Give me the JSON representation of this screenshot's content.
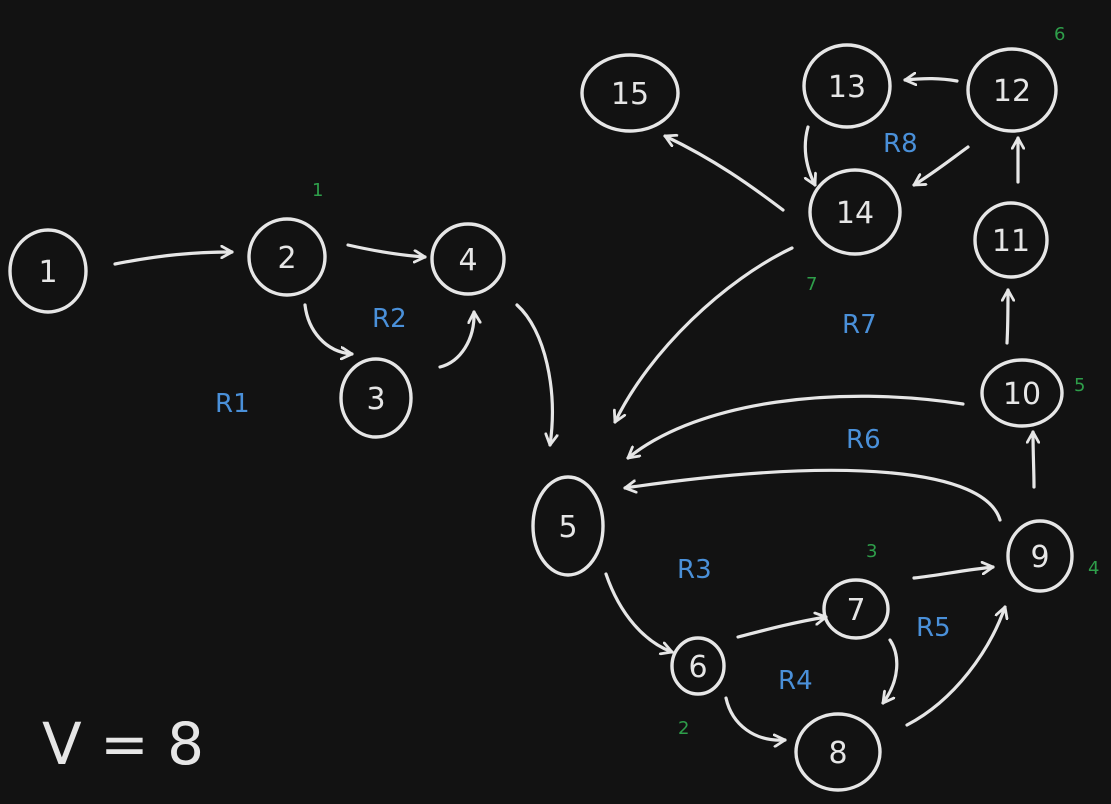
{
  "colors": {
    "background": "#121212",
    "stroke": "#e6e6e6",
    "region_label": "#4a90d9",
    "order_label": "#2e9e4a"
  },
  "nodes": [
    {
      "id": "1",
      "label": "1"
    },
    {
      "id": "2",
      "label": "2"
    },
    {
      "id": "3",
      "label": "3"
    },
    {
      "id": "4",
      "label": "4"
    },
    {
      "id": "5",
      "label": "5"
    },
    {
      "id": "6",
      "label": "6"
    },
    {
      "id": "7",
      "label": "7"
    },
    {
      "id": "8",
      "label": "8"
    },
    {
      "id": "9",
      "label": "9"
    },
    {
      "id": "10",
      "label": "10"
    },
    {
      "id": "11",
      "label": "11"
    },
    {
      "id": "12",
      "label": "12"
    },
    {
      "id": "13",
      "label": "13"
    },
    {
      "id": "14",
      "label": "14"
    },
    {
      "id": "15",
      "label": "15"
    }
  ],
  "edges": [
    {
      "from": "1",
      "to": "2"
    },
    {
      "from": "2",
      "to": "4"
    },
    {
      "from": "2",
      "to": "3"
    },
    {
      "from": "3",
      "to": "4"
    },
    {
      "from": "4",
      "to": "5"
    },
    {
      "from": "5",
      "to": "6"
    },
    {
      "from": "6",
      "to": "7"
    },
    {
      "from": "6",
      "to": "8"
    },
    {
      "from": "7",
      "to": "9"
    },
    {
      "from": "7",
      "to": "8"
    },
    {
      "from": "8",
      "to": "9"
    },
    {
      "from": "9",
      "to": "10"
    },
    {
      "from": "9",
      "to": "5"
    },
    {
      "from": "10",
      "to": "11"
    },
    {
      "from": "10",
      "to": "5"
    },
    {
      "from": "11",
      "to": "12"
    },
    {
      "from": "12",
      "to": "13"
    },
    {
      "from": "12",
      "to": "14"
    },
    {
      "from": "13",
      "to": "14"
    },
    {
      "from": "14",
      "to": "15"
    },
    {
      "from": "14",
      "to": "5"
    }
  ],
  "region_labels": [
    "R1",
    "R2",
    "R3",
    "R4",
    "R5",
    "R6",
    "R7",
    "R8"
  ],
  "order_labels": [
    {
      "node": "2",
      "text": "1"
    },
    {
      "node": "6",
      "text": "2"
    },
    {
      "node": "7",
      "text": "3"
    },
    {
      "node": "9",
      "text": "4"
    },
    {
      "node": "10",
      "text": "5"
    },
    {
      "node": "12",
      "text": "6"
    },
    {
      "node": "14",
      "text": "7"
    }
  ],
  "formula": "V = 8"
}
